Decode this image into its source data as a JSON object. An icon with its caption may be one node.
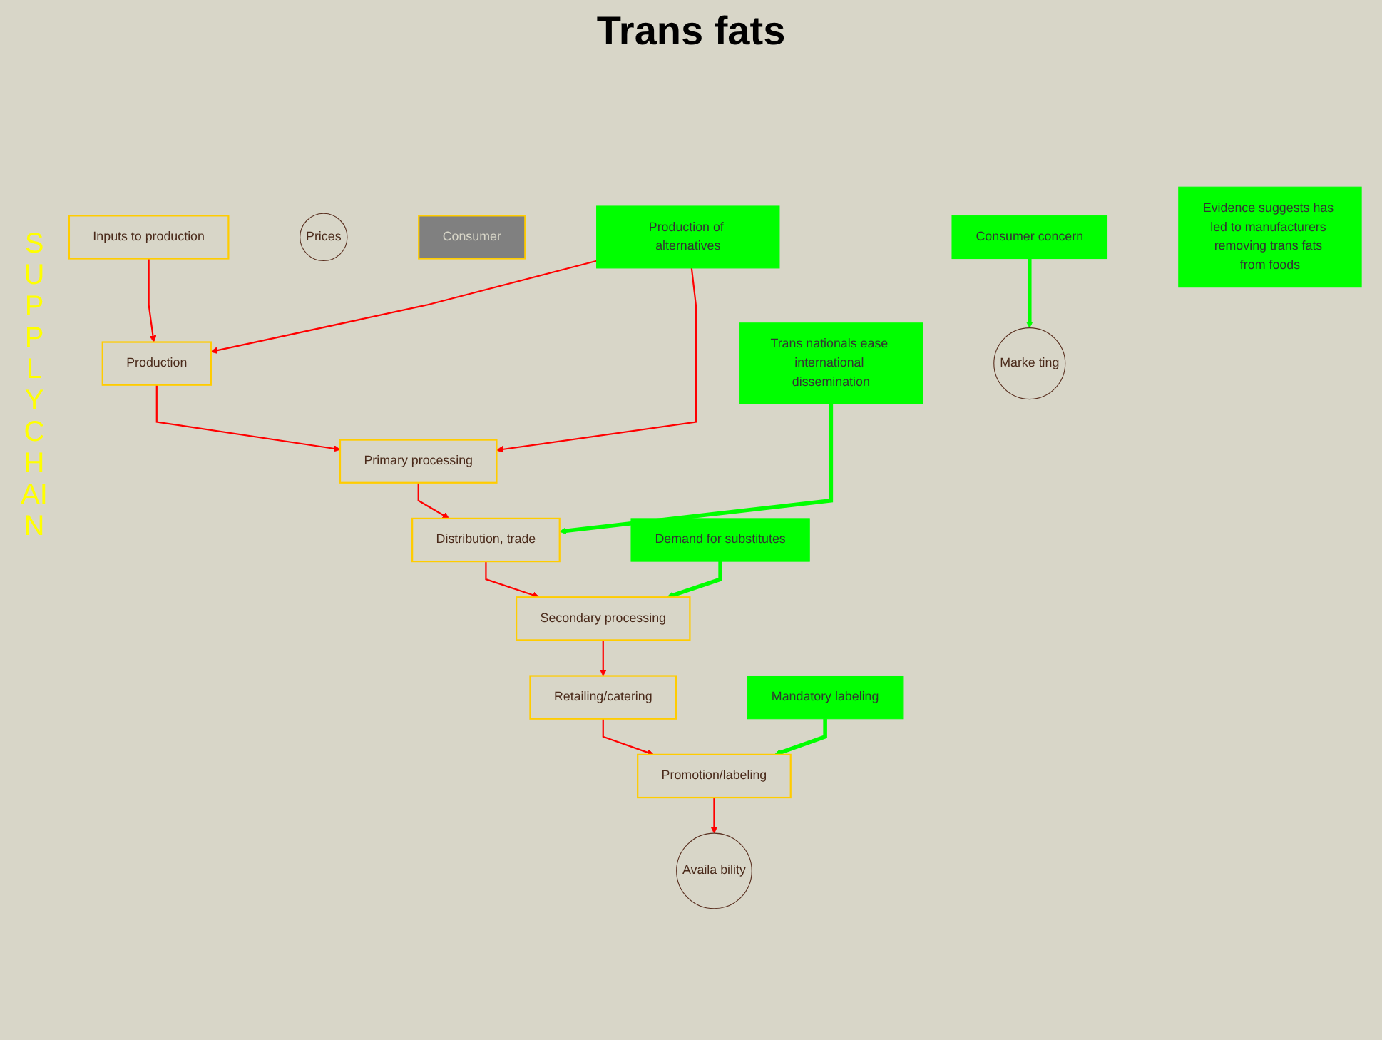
{
  "diagram": {
    "title": "Trans fats",
    "nodes": [
      {
        "text": [
          "Inputs to production"
        ]
      },
      {
        "text": [
          "Production"
        ]
      },
      {
        "text": [
          "Primary processing"
        ]
      },
      {
        "text": [
          "Distribution, trade"
        ]
      },
      {
        "text": [
          "Secondary processing"
        ]
      },
      {
        "text": [
          "Retailing/catering"
        ]
      },
      {
        "text": [
          "Promotion/labeling"
        ]
      },
      {
        "text": [
          "Prices"
        ]
      },
      {
        "text": [
          "Availa bility"
        ]
      },
      {
        "text": [
          "Marke ting"
        ]
      },
      {
        "text": [
          "Consumer"
        ]
      },
      {
        "text": [
          "Production of alternatives"
        ]
      },
      {
        "text": [
          "Trans nationals ease international dissemination"
        ]
      },
      {
        "text": [
          "Demand for substitutes"
        ]
      },
      {
        "text": [
          "Mandatory labeling"
        ]
      },
      {
        "text": [
          "Consumer concern"
        ]
      },
      {
        "text": [
          "Evidence suggests has led to manufacturers removing trans fats from foods"
        ]
      }
    ],
    "edges": [
      {
        "from": 0,
        "to": 1,
        "arrow": "to"
      },
      {
        "from": 1,
        "to": 2,
        "arrow": "to"
      },
      {
        "from": 2,
        "to": 3,
        "arrow": "to"
      },
      {
        "from": 3,
        "to": 4,
        "arrow": "to"
      },
      {
        "from": 4,
        "to": 5,
        "arrow": "to"
      },
      {
        "from": 5,
        "to": 6,
        "arrow": "to"
      },
      {
        "from": 6,
        "to": 8,
        "arrow": "to"
      },
      {
        "from": 11,
        "to": 1,
        "arrow": "to"
      },
      {
        "from": 11,
        "to": 2,
        "arrow": "to"
      },
      {
        "from": 12,
        "to": 3,
        "arrow": "to",
        "style": "thick",
        "color": "#00ff00"
      },
      {
        "from": 13,
        "to": 4,
        "arrow": "to",
        "style": "thick",
        "color": "#00ff00"
      },
      {
        "from": 14,
        "to": 6,
        "arrow": "to",
        "style": "thick",
        "color": "#00ff00"
      },
      {
        "from": 15,
        "to": 9,
        "arrow": "to",
        "style": "thick",
        "color": "#00ff00"
      }
    ],
    "labels": [
      "SUPPLY CHAIN"
    ]
  }
}
